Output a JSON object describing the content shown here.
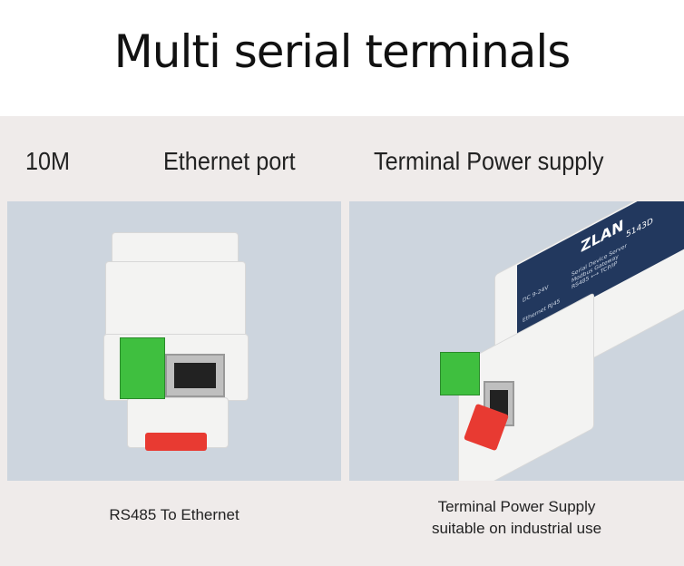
{
  "title": "Multi serial terminals",
  "labels": {
    "speed": "10M",
    "ethernet": "Ethernet port",
    "power": "Terminal Power supply"
  },
  "captions": {
    "left": "RS485 To Ethernet",
    "right_line1": "Terminal Power Supply",
    "right_line2": "suitable on industrial use"
  },
  "device": {
    "brand": "ZLAN",
    "model": "5143D",
    "desc": "Serial Device Server",
    "sub": "Modbus Gateway",
    "proto": "RS485 ⟷ TCP/IP",
    "power": "DC 9-24V",
    "port": "Ethernet RJ45"
  },
  "colors": {
    "band": "#efebea",
    "panel": "#cdd5de",
    "terminal": "#3fbf3f",
    "clip": "#e83a32",
    "label": "#22385e"
  }
}
